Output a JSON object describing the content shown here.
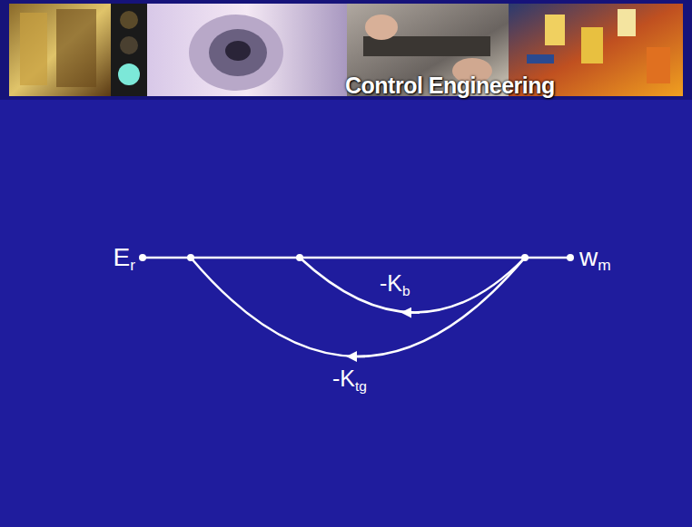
{
  "diagram": {
    "title": "Control Engineering",
    "nodes": [
      {
        "text": [
          "Er"
        ]
      },
      {
        "text": [
          "wm"
        ]
      }
    ],
    "edges": [
      {
        "from": 0,
        "to": 1,
        "arrow": "none"
      }
    ],
    "labels": [
      "-Kb",
      "-Ktg"
    ]
  }
}
